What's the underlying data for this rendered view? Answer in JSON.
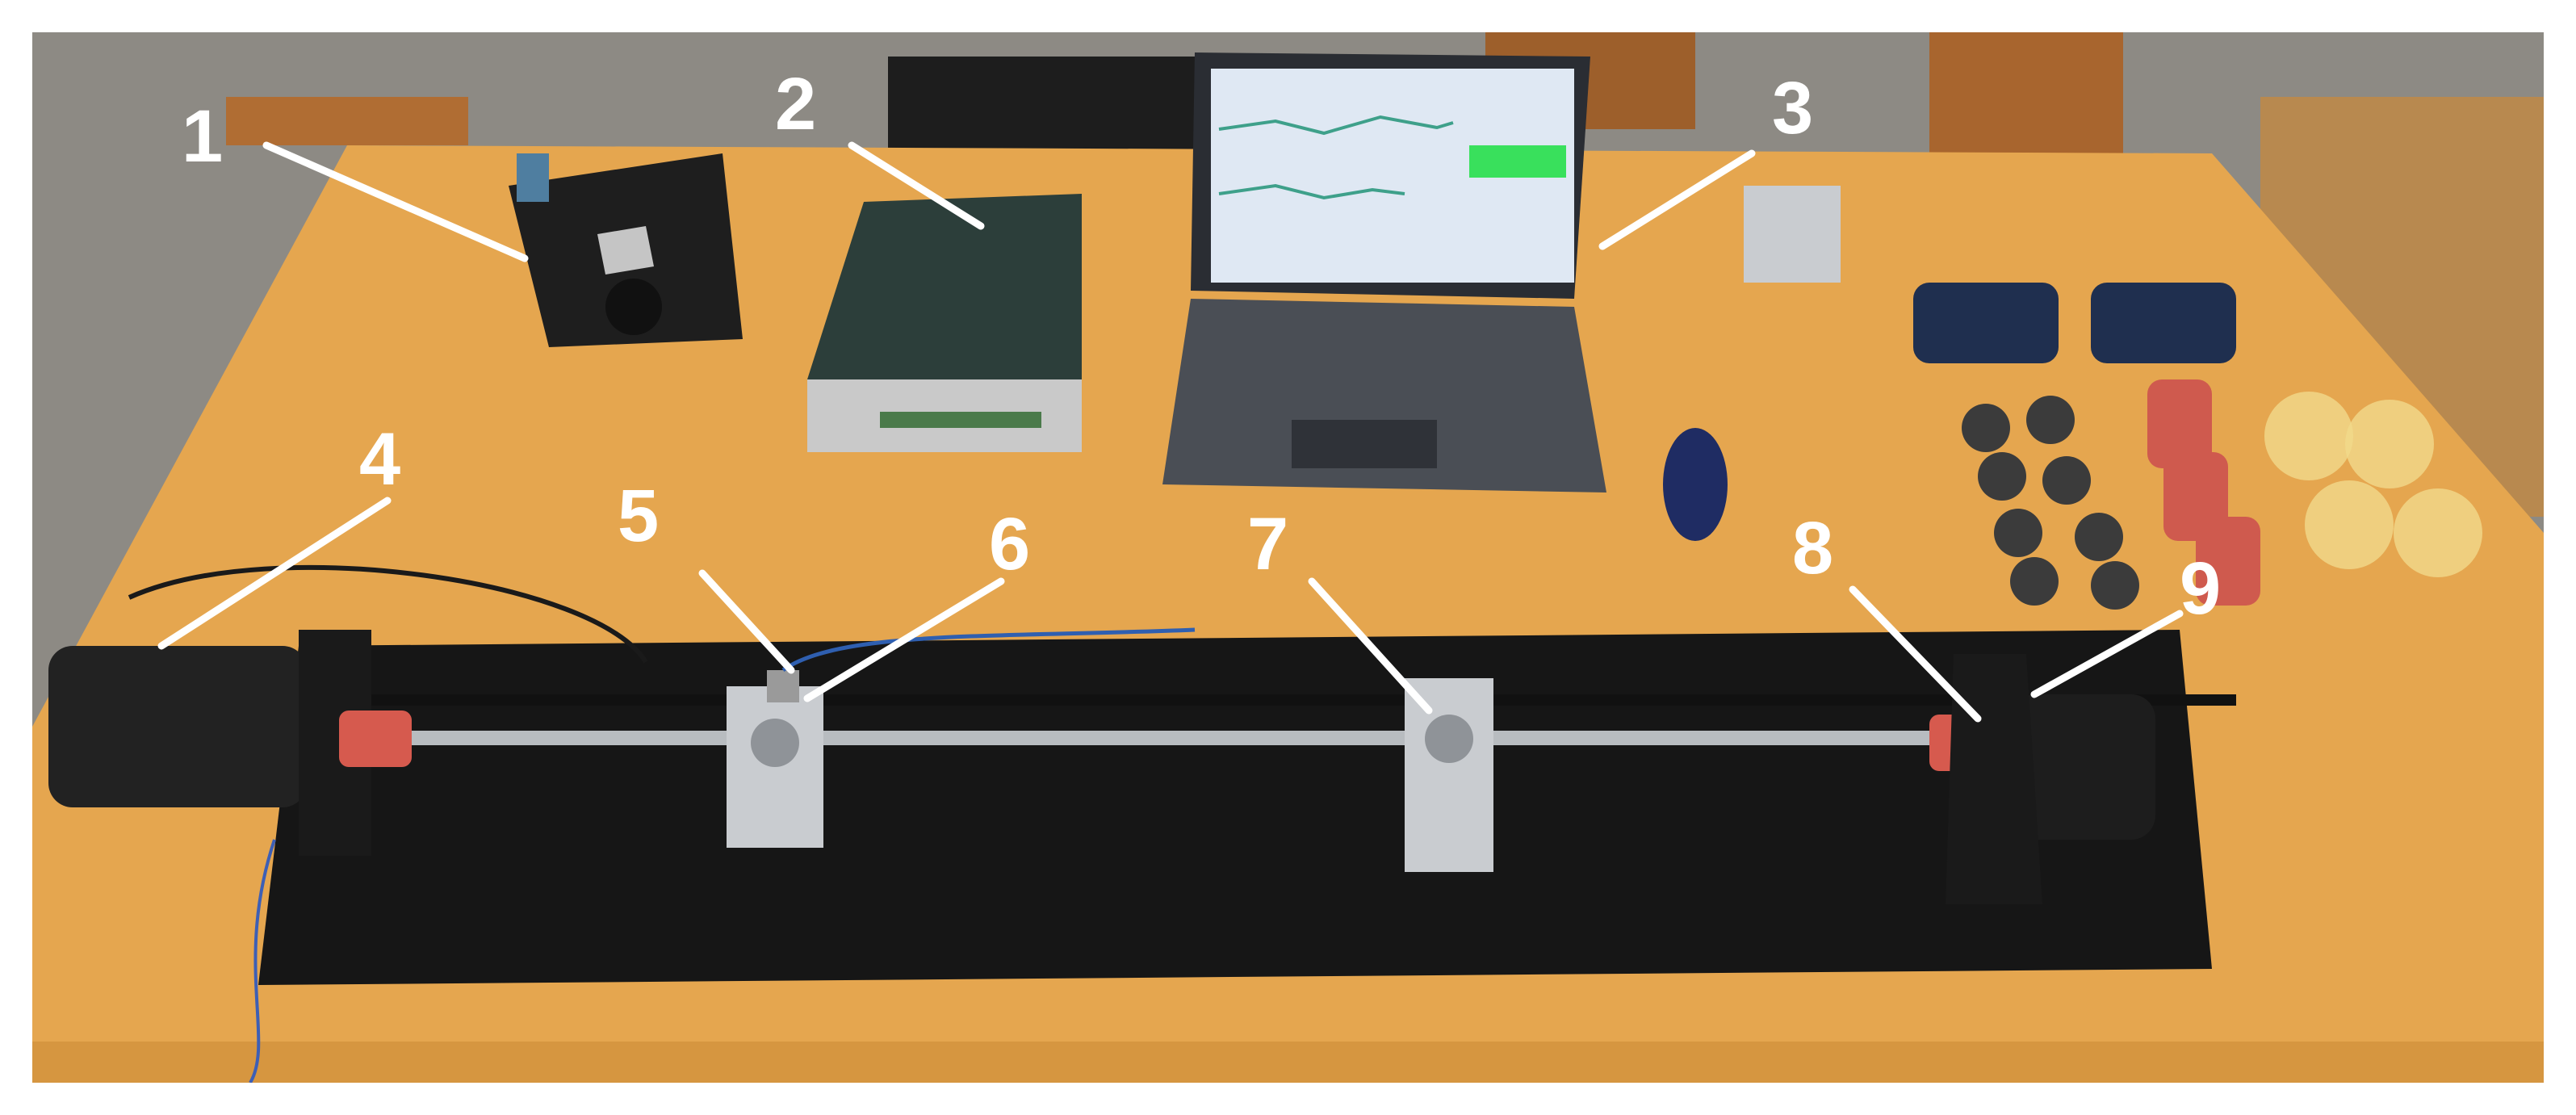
{
  "scene": "vibration test rig on a wooden table",
  "colors": {
    "table": "#e5a64f",
    "table_edge": "#c98937",
    "floor": "#8d8a84",
    "base_plate": "#161616",
    "shaft": "#b8bcc0",
    "aluminium": "#c9ccd0",
    "coupling": "#d65a4e",
    "screen": "#dfe8f3",
    "label": "#ffffff"
  },
  "callouts": [
    {
      "label": "1",
      "target": "controller-box"
    },
    {
      "label": "2",
      "target": "data-acquisition-unit"
    },
    {
      "label": "3",
      "target": "laptop"
    },
    {
      "label": "4",
      "target": "motor"
    },
    {
      "label": "5",
      "target": "bearing-support-left"
    },
    {
      "label": "6",
      "target": "sensor"
    },
    {
      "label": "7",
      "target": "bearing-support-middle"
    },
    {
      "label": "8",
      "target": "coupling-right"
    },
    {
      "label": "9",
      "target": "load-device"
    }
  ]
}
